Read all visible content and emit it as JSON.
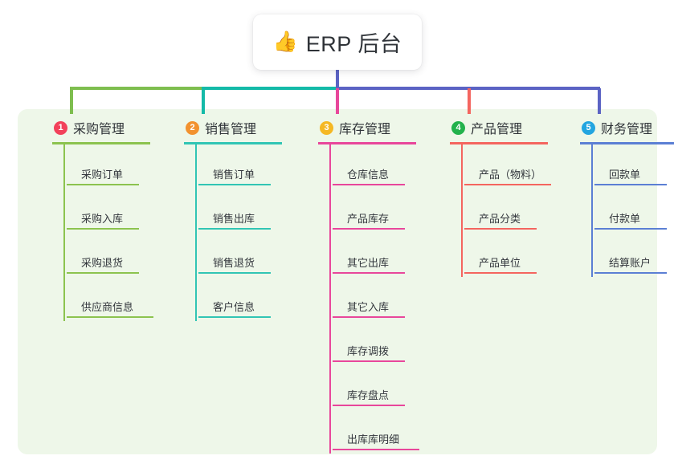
{
  "diagram": {
    "type": "mindmap",
    "root": {
      "icon": "thumbs-up-icon",
      "icon_glyph": "👍",
      "title": "ERP 后台"
    },
    "panel_color": "#eef7e9",
    "root_stem_color": "#5b63c4",
    "connectors": [
      {
        "name": "bar-green",
        "color": "#7ebe4f"
      },
      {
        "name": "bar-teal",
        "color": "#14baa8"
      },
      {
        "name": "bar-blue",
        "color": "#5b63c4"
      },
      {
        "name": "drop-1",
        "color": "#7ebe4f"
      },
      {
        "name": "drop-2",
        "color": "#14baa8"
      },
      {
        "name": "drop-3",
        "color": "#e8479b"
      },
      {
        "name": "drop-4",
        "color": "#f4655f"
      },
      {
        "name": "drop-5",
        "color": "#5b63c4"
      }
    ],
    "columns": [
      {
        "index": "1",
        "badge_color": "#f2415a",
        "line_color": "#8cc34f",
        "title": "采购管理",
        "items": [
          "采购订单",
          "采购入库",
          "采购退货",
          "供应商信息"
        ]
      },
      {
        "index": "2",
        "badge_color": "#f2922f",
        "line_color": "#31c5b4",
        "title": "销售管理",
        "items": [
          "销售订单",
          "销售出库",
          "销售退货",
          "客户信息"
        ]
      },
      {
        "index": "3",
        "badge_color": "#f5b824",
        "line_color": "#e8479b",
        "title": "库存管理",
        "items": [
          "仓库信息",
          "产品库存",
          "其它出库",
          "其它入库",
          "库存调拨",
          "库存盘点",
          "出库库明细"
        ]
      },
      {
        "index": "4",
        "badge_color": "#22b24c",
        "line_color": "#f4655f",
        "title": "产品管理",
        "items": [
          "产品（物料）",
          "产品分类",
          "产品单位"
        ]
      },
      {
        "index": "5",
        "badge_color": "#22a5e0",
        "line_color": "#5b7fd4",
        "title": "财务管理",
        "items": [
          "回款单",
          "付款单",
          "结算账户"
        ]
      }
    ]
  }
}
